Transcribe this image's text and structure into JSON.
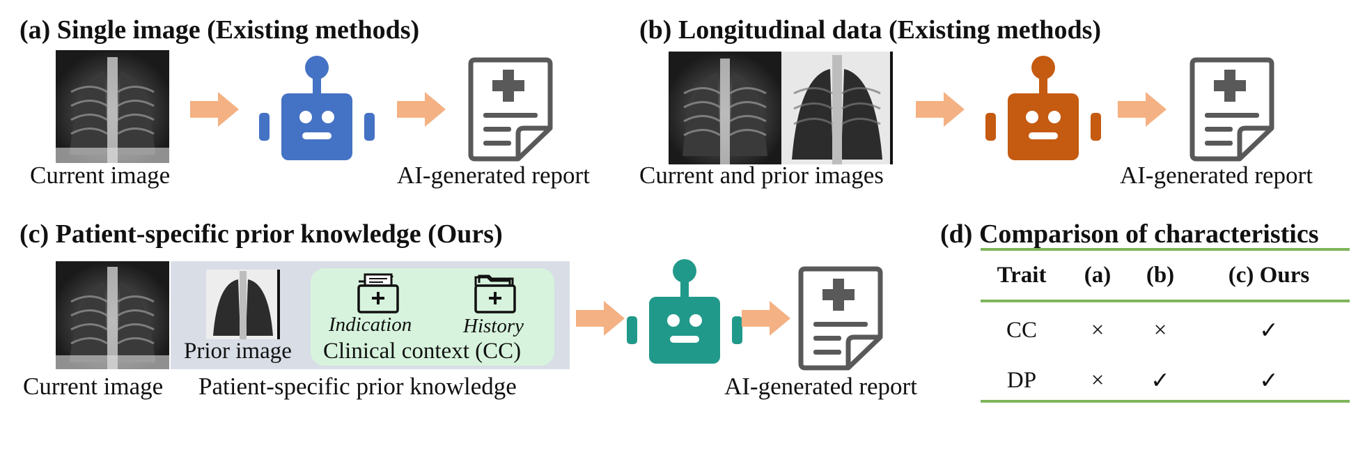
{
  "panel_a": {
    "title": "(a) Single image (Existing methods)",
    "input_caption": "Current image",
    "output_caption": "AI-generated report",
    "robot_color": "#4472c4"
  },
  "panel_b": {
    "title": "(b) Longitudinal data (Existing methods)",
    "input_caption": "Current and prior images",
    "output_caption": "AI-generated report",
    "robot_color": "#c55a11"
  },
  "panel_c": {
    "title": "(c) Patient-specific prior knowledge (Ours)",
    "current_caption": "Current image",
    "prior_image_label": "Prior image",
    "indication_label": "Indication",
    "history_label": "History",
    "clinical_context_label": "Clinical context (CC)",
    "knowledge_caption": "Patient-specific prior knowledge",
    "output_caption": "AI-generated report",
    "robot_color": "#21998a"
  },
  "panel_d": {
    "title": "(d) Comparison of characteristics",
    "headers": [
      "Trait",
      "(a)",
      "(b)",
      "(c) Ours"
    ],
    "rows": [
      [
        "CC",
        "×",
        "×",
        "✓"
      ],
      [
        "DP",
        "×",
        "✓",
        "✓"
      ]
    ]
  },
  "colors": {
    "arrow": "#f4b183",
    "report_outline": "#595959",
    "table_rule": "#7fb55b",
    "knowledge_bg": "#d8dde6",
    "clinical_context_bg": "#d7f3dd"
  }
}
